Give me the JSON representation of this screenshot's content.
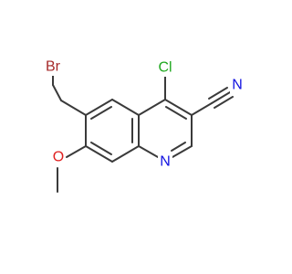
{
  "atoms": {
    "Br": {
      "text": "Br",
      "color": "#A62929"
    },
    "Cl": {
      "text": "Cl",
      "color": "#1FA81F"
    },
    "N_nitrile": {
      "text": "N",
      "color": "#1010E0"
    },
    "N_ring": {
      "text": "N",
      "color": "#1010E0"
    },
    "O": {
      "text": "O",
      "color": "#E02020"
    }
  },
  "colors": {
    "bond": "#3a3a3a",
    "background": "#ffffff"
  }
}
